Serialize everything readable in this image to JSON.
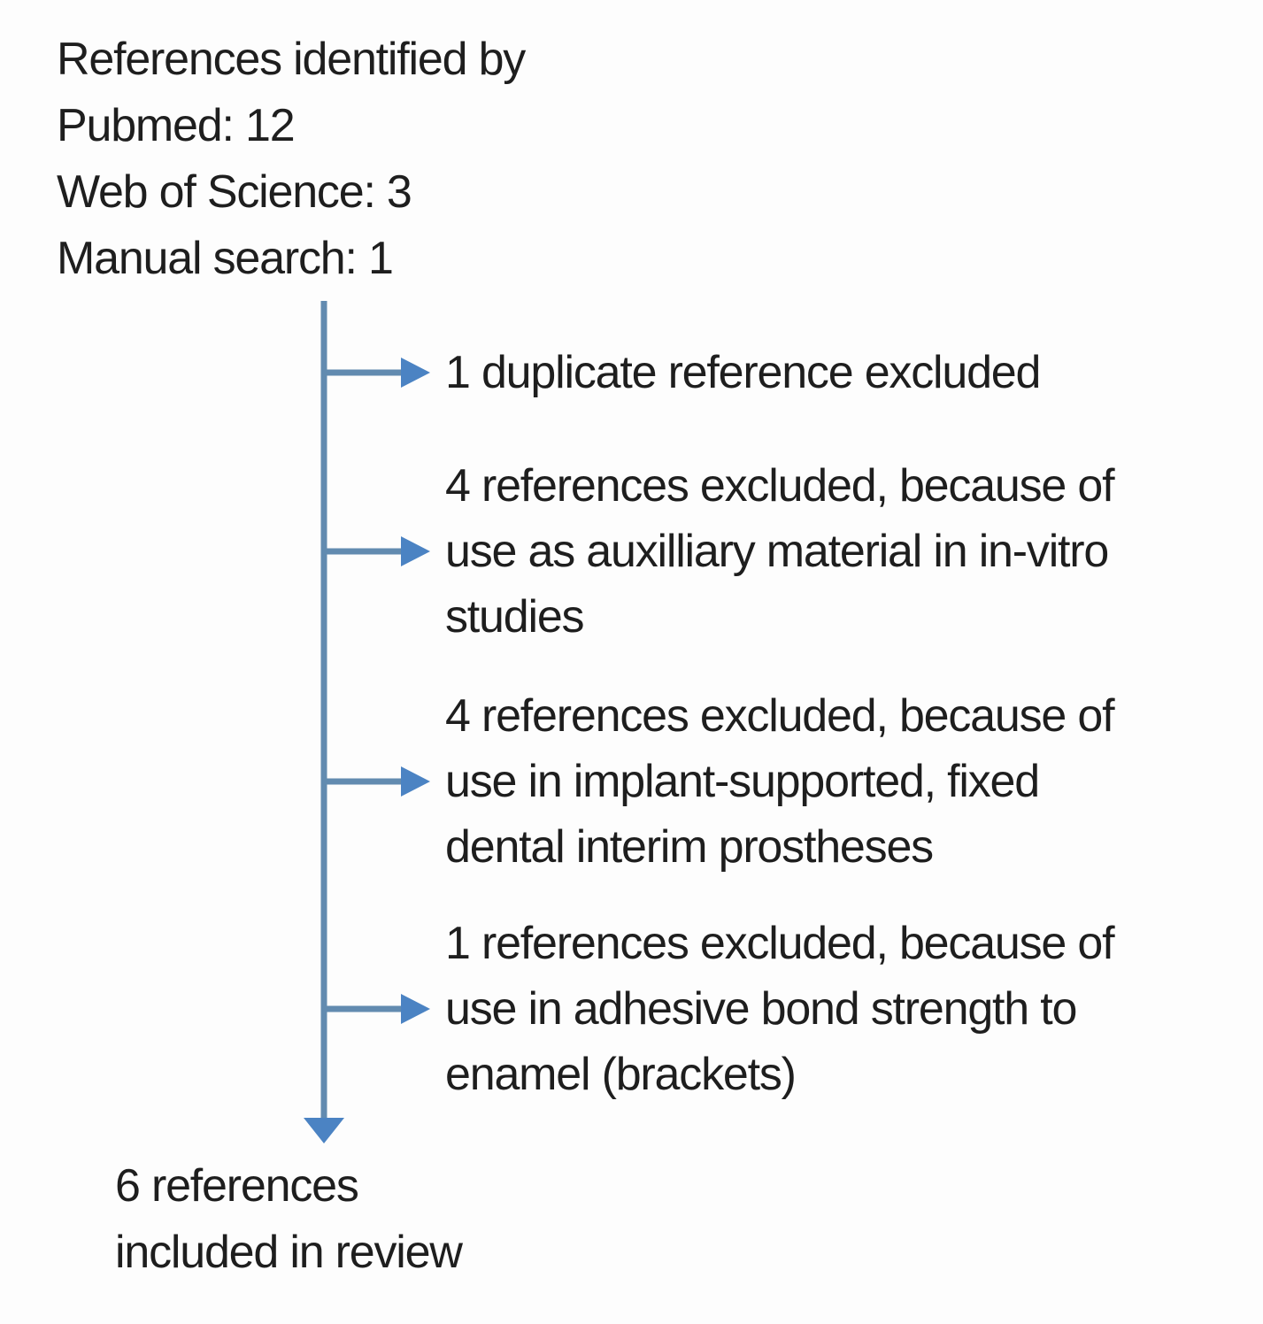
{
  "diagram": {
    "type": "flowchart",
    "identification": {
      "text": "References identified by\nPubmed: 12\nWeb of Science: 3\nManual search: 1",
      "sources": [
        {
          "name": "Pubmed",
          "count": 12
        },
        {
          "name": "Web of Science",
          "count": 3
        },
        {
          "name": "Manual search",
          "count": 1
        }
      ]
    },
    "exclusions": [
      {
        "count": 1,
        "text": "1 duplicate reference excluded"
      },
      {
        "count": 4,
        "text": "4 references excluded, because of\nuse as auxilliary material in in-vitro\nstudies"
      },
      {
        "count": 4,
        "text": "4 references excluded, because of\nuse in implant-supported, fixed\ndental interim prostheses"
      },
      {
        "count": 1,
        "text": "1 references excluded, because of\nuse in adhesive bond strength to\nenamel (brackets)"
      }
    ],
    "result": {
      "count": 6,
      "text": "6 references\nincluded in review"
    }
  },
  "colors": {
    "arrow_shaft": "#628bb0",
    "arrow_head": "#4b83c3",
    "text": "#1e1e1e",
    "background": "#fdfdfd"
  }
}
